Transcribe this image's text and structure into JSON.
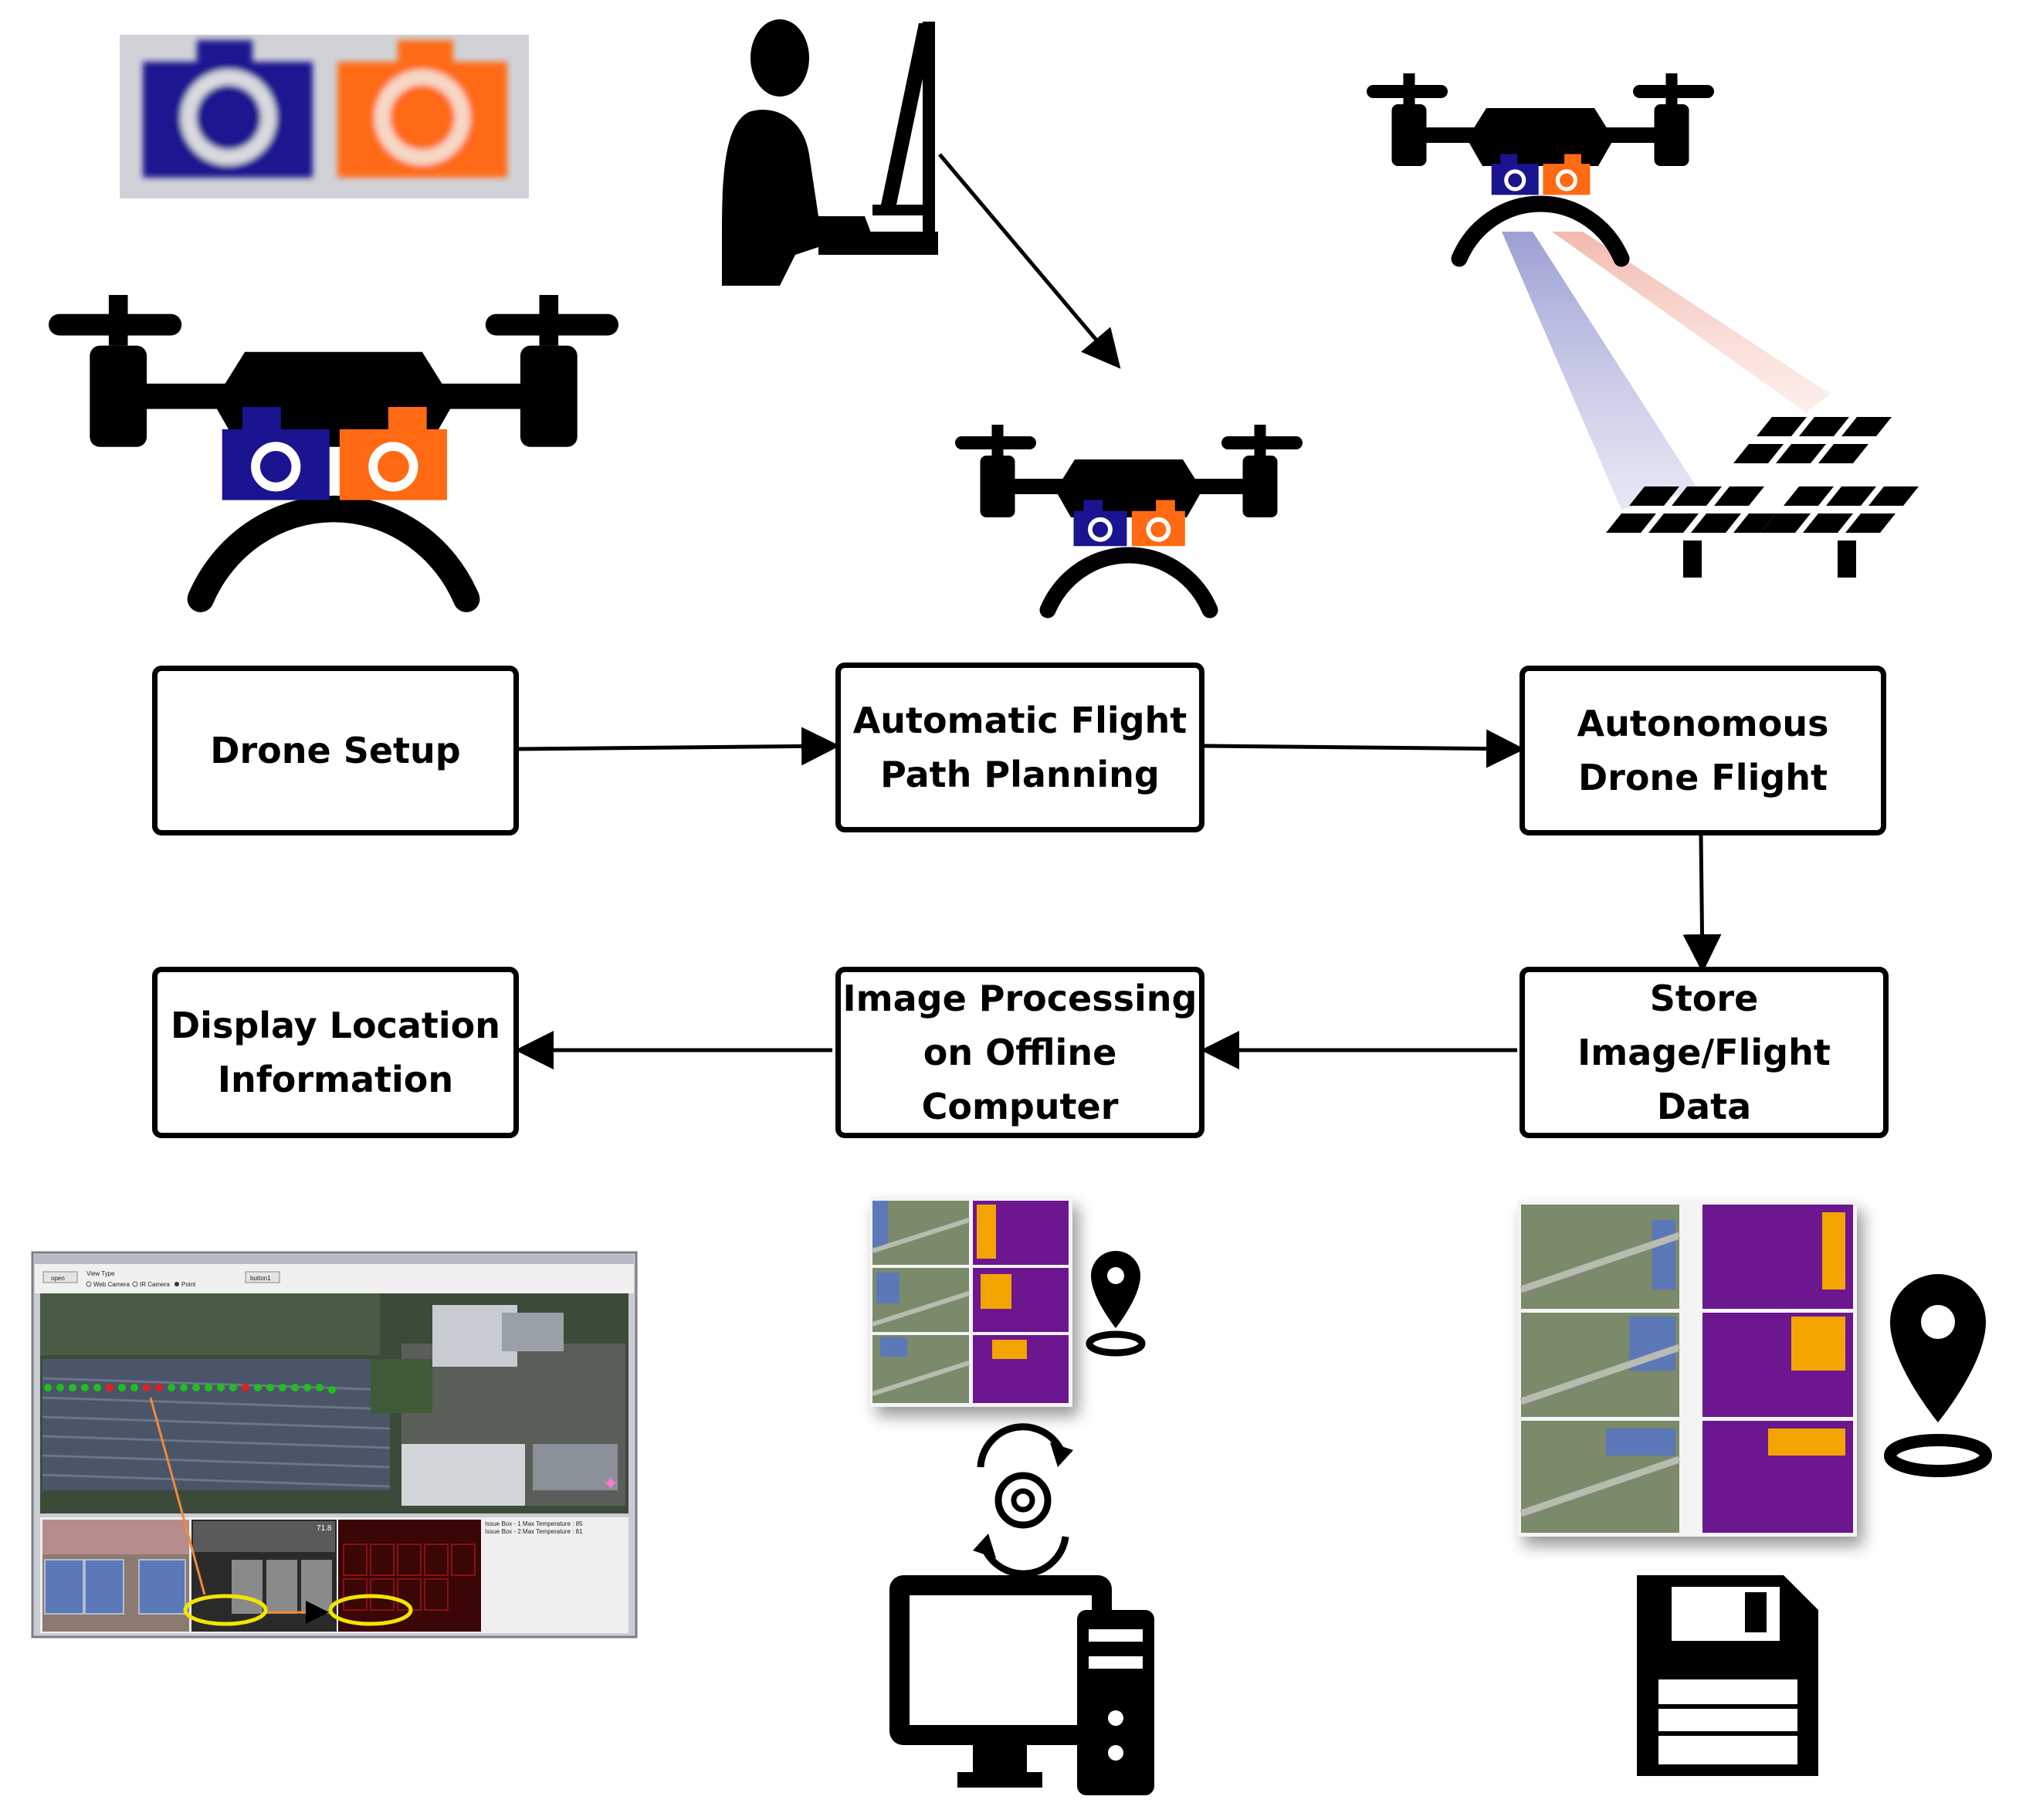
{
  "nodes": [
    {
      "id": "drone-setup",
      "label": "Drone Setup"
    },
    {
      "id": "flight-planning",
      "label": "Automatic Flight\nPath Planning"
    },
    {
      "id": "autonomous-flight",
      "label": "Autonomous\nDrone Flight"
    },
    {
      "id": "store-data",
      "label": "Store\nImage/Flight\nData"
    },
    {
      "id": "image-processing",
      "label": "Image Processing\non Offline\nComputer"
    },
    {
      "id": "display-location",
      "label": "Display Location\nInformation"
    }
  ],
  "edges": [
    {
      "from": "drone-setup",
      "to": "flight-planning"
    },
    {
      "from": "flight-planning",
      "to": "autonomous-flight"
    },
    {
      "from": "autonomous-flight",
      "to": "store-data"
    },
    {
      "from": "store-data",
      "to": "image-processing"
    },
    {
      "from": "image-processing",
      "to": "display-location"
    }
  ],
  "screenshot": {
    "open_button": "open",
    "view_type_label": "View Type",
    "radio_options": [
      "Web Camera",
      "IR Camera",
      "Point"
    ],
    "button_label": "button1",
    "issue_lines": [
      "Issue Box - 1 Max Temperature : 85",
      "Issue Box - 2 Max Temperature : 81"
    ],
    "temp_value": "71.8"
  },
  "colors": {
    "camera_visible": "#1a1490",
    "camera_thermal": "#ff6a13",
    "highlight_ellipse": "#f2e600",
    "arrow_orange": "#f08a3c",
    "thermal_purple": "#6c1590",
    "thermal_orange": "#f4a400",
    "marker_green": "#1fbf1f",
    "marker_red": "#e02020"
  }
}
